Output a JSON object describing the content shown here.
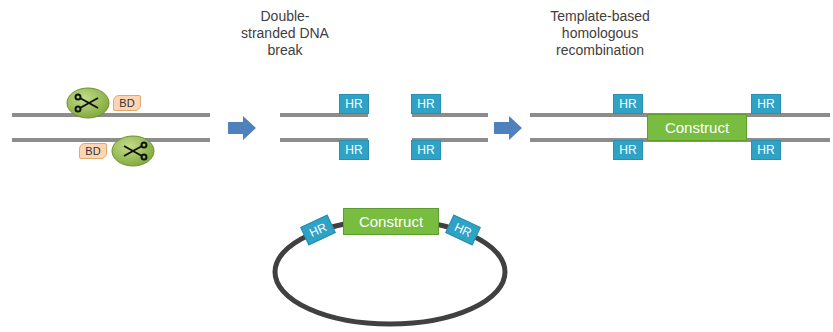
{
  "diagram": {
    "nodes": [
      {
        "text": [
          "BD"
        ]
      },
      {
        "text": [
          "BD"
        ]
      },
      {
        "text": [
          "HR"
        ]
      },
      {
        "text": [
          "HR"
        ]
      },
      {
        "text": [
          "HR"
        ]
      },
      {
        "text": [
          "HR"
        ]
      },
      {
        "text": [
          "HR"
        ]
      },
      {
        "text": [
          "Construct"
        ]
      },
      {
        "text": [
          "HR"
        ]
      },
      {
        "text": [
          "HR"
        ]
      },
      {
        "text": [
          "HR"
        ]
      },
      {
        "text": [
          "HR"
        ]
      },
      {
        "text": [
          "Construct"
        ]
      },
      {
        "text": [
          "HR"
        ]
      }
    ],
    "labels": [
      "Double-stranded DNA break",
      "Template-based homologous recombination"
    ]
  }
}
